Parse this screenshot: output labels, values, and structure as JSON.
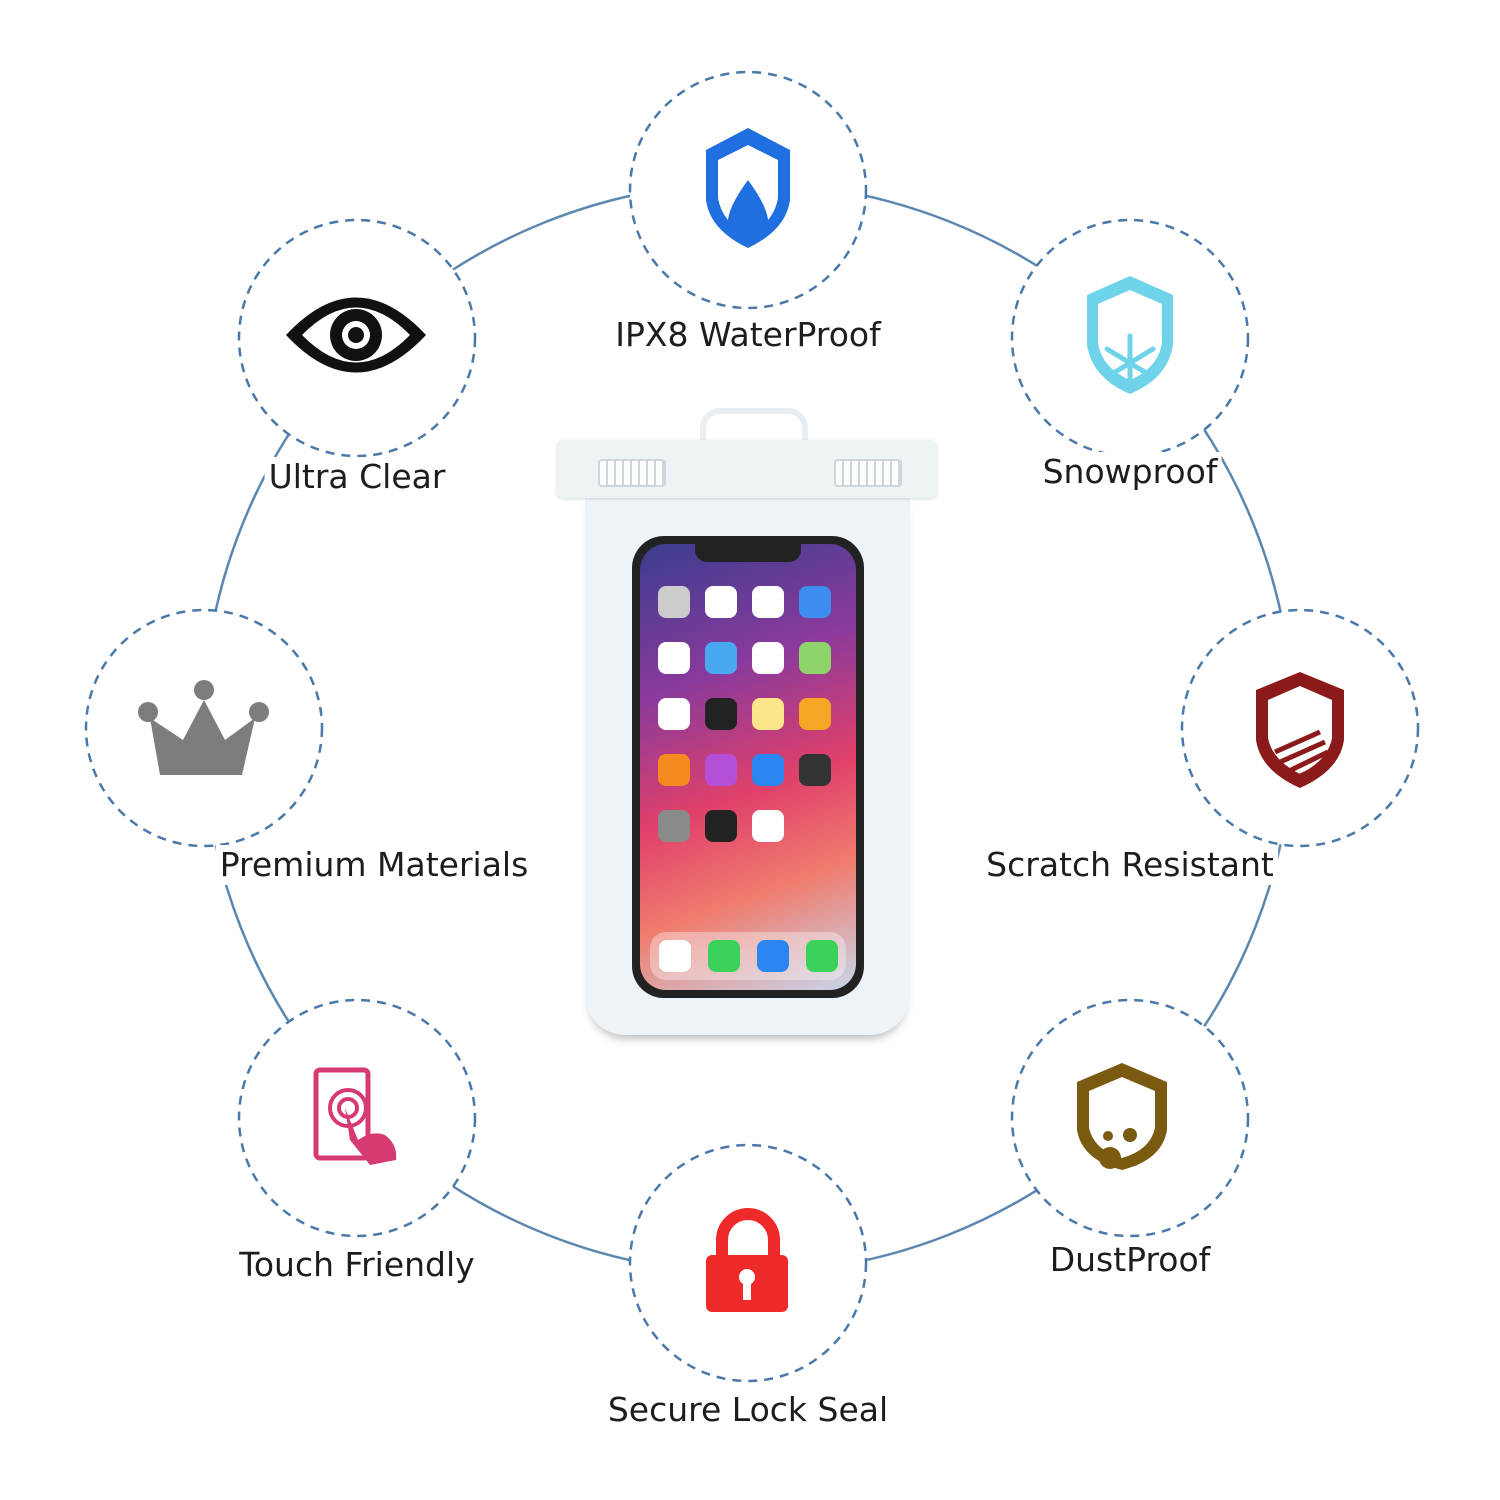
{
  "features": [
    {
      "id": "waterproof",
      "label": "IPX8 WaterProof",
      "icon": "shield-water-drop-icon",
      "color": "#1f6fe0"
    },
    {
      "id": "snowproof",
      "label": "Snowproof",
      "icon": "shield-snowflake-icon",
      "color": "#6fd3ea"
    },
    {
      "id": "scratch",
      "label": "Scratch Resistant",
      "icon": "shield-scratch-icon",
      "color": "#8b1a1a"
    },
    {
      "id": "dustproof",
      "label": "DustProof",
      "icon": "shield-dust-icon",
      "color": "#7a5a10"
    },
    {
      "id": "lock",
      "label": "Secure Lock Seal",
      "icon": "padlock-icon",
      "color": "#ee2a2a"
    },
    {
      "id": "touch",
      "label": "Touch Friendly",
      "icon": "touch-phone-icon",
      "color": "#d63a73"
    },
    {
      "id": "premium",
      "label": "Premium Materials",
      "icon": "crown-icon",
      "color": "#7d7d7d"
    },
    {
      "id": "clear",
      "label": "Ultra Clear",
      "icon": "eye-icon",
      "color": "#111111"
    }
  ],
  "colors": {
    "ring": "#5b87b0",
    "dashed": "#4a78a8"
  }
}
